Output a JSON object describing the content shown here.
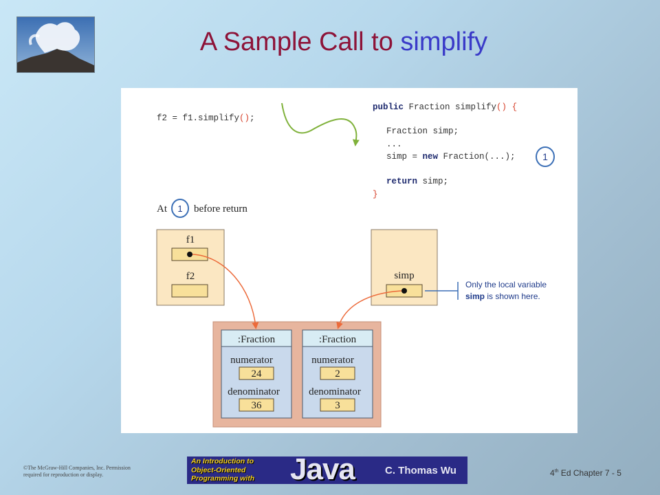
{
  "slide": {
    "title_main": "A Sample Call to ",
    "title_accent": "simplify",
    "colors": {
      "title": "#8d1338",
      "accent": "#3a3ac8"
    }
  },
  "corner_image": {
    "alt": "ocean wave photo"
  },
  "figure": {
    "call_statement": {
      "before": "f2 = f1.simplify",
      "parens": "()",
      "after": ";"
    },
    "method_code": {
      "line1": {
        "kw": "public",
        "rest": " Fraction simplify",
        "parens": "()",
        "brace": " {"
      },
      "line2": "Fraction simp;",
      "line3": "...",
      "line4": {
        "before": "simp = ",
        "kw": "new",
        "after": " Fraction(...);"
      },
      "line5": {
        "kw": "return",
        "after": " simp;"
      },
      "line6": "}"
    },
    "step_marker": "1",
    "at_label": {
      "prefix": "At",
      "suffix": "before return"
    },
    "caller_frame": {
      "var1": "f1",
      "var2": "f2"
    },
    "method_frame": {
      "var": "simp"
    },
    "note": {
      "line1": "Only the local variable",
      "line2_bold": "simp",
      "line2_rest": " is shown here."
    },
    "objects": [
      {
        "class_name": ":Fraction",
        "field1": "numerator",
        "value1": "24",
        "field2": "denominator",
        "value2": "36"
      },
      {
        "class_name": ":Fraction",
        "field1": "numerator",
        "value1": "2",
        "field2": "denominator",
        "value2": "3"
      }
    ],
    "colors": {
      "frame_fill": "#fbe7c2",
      "object_fill": "#c9d9ec",
      "object_header": "#d8ecf4",
      "heap_fill": "#e7b59e",
      "arrow": "#ec6a3a",
      "curve": "#7fb13a",
      "marker": "#3b6fb6"
    }
  },
  "footer": {
    "copyright_line1": "©The McGraw-Hill Companies, Inc. Permission",
    "copyright_line2": "required for reproduction or display.",
    "book": {
      "line1": "An Introduction to",
      "line2": "Object-Oriented",
      "line3": "Programming with",
      "java": "Java",
      "author": "C. Thomas Wu"
    },
    "chapter_num": "4",
    "chapter_sup": "th",
    "chapter_rest": " Ed Chapter 7 - 5"
  }
}
